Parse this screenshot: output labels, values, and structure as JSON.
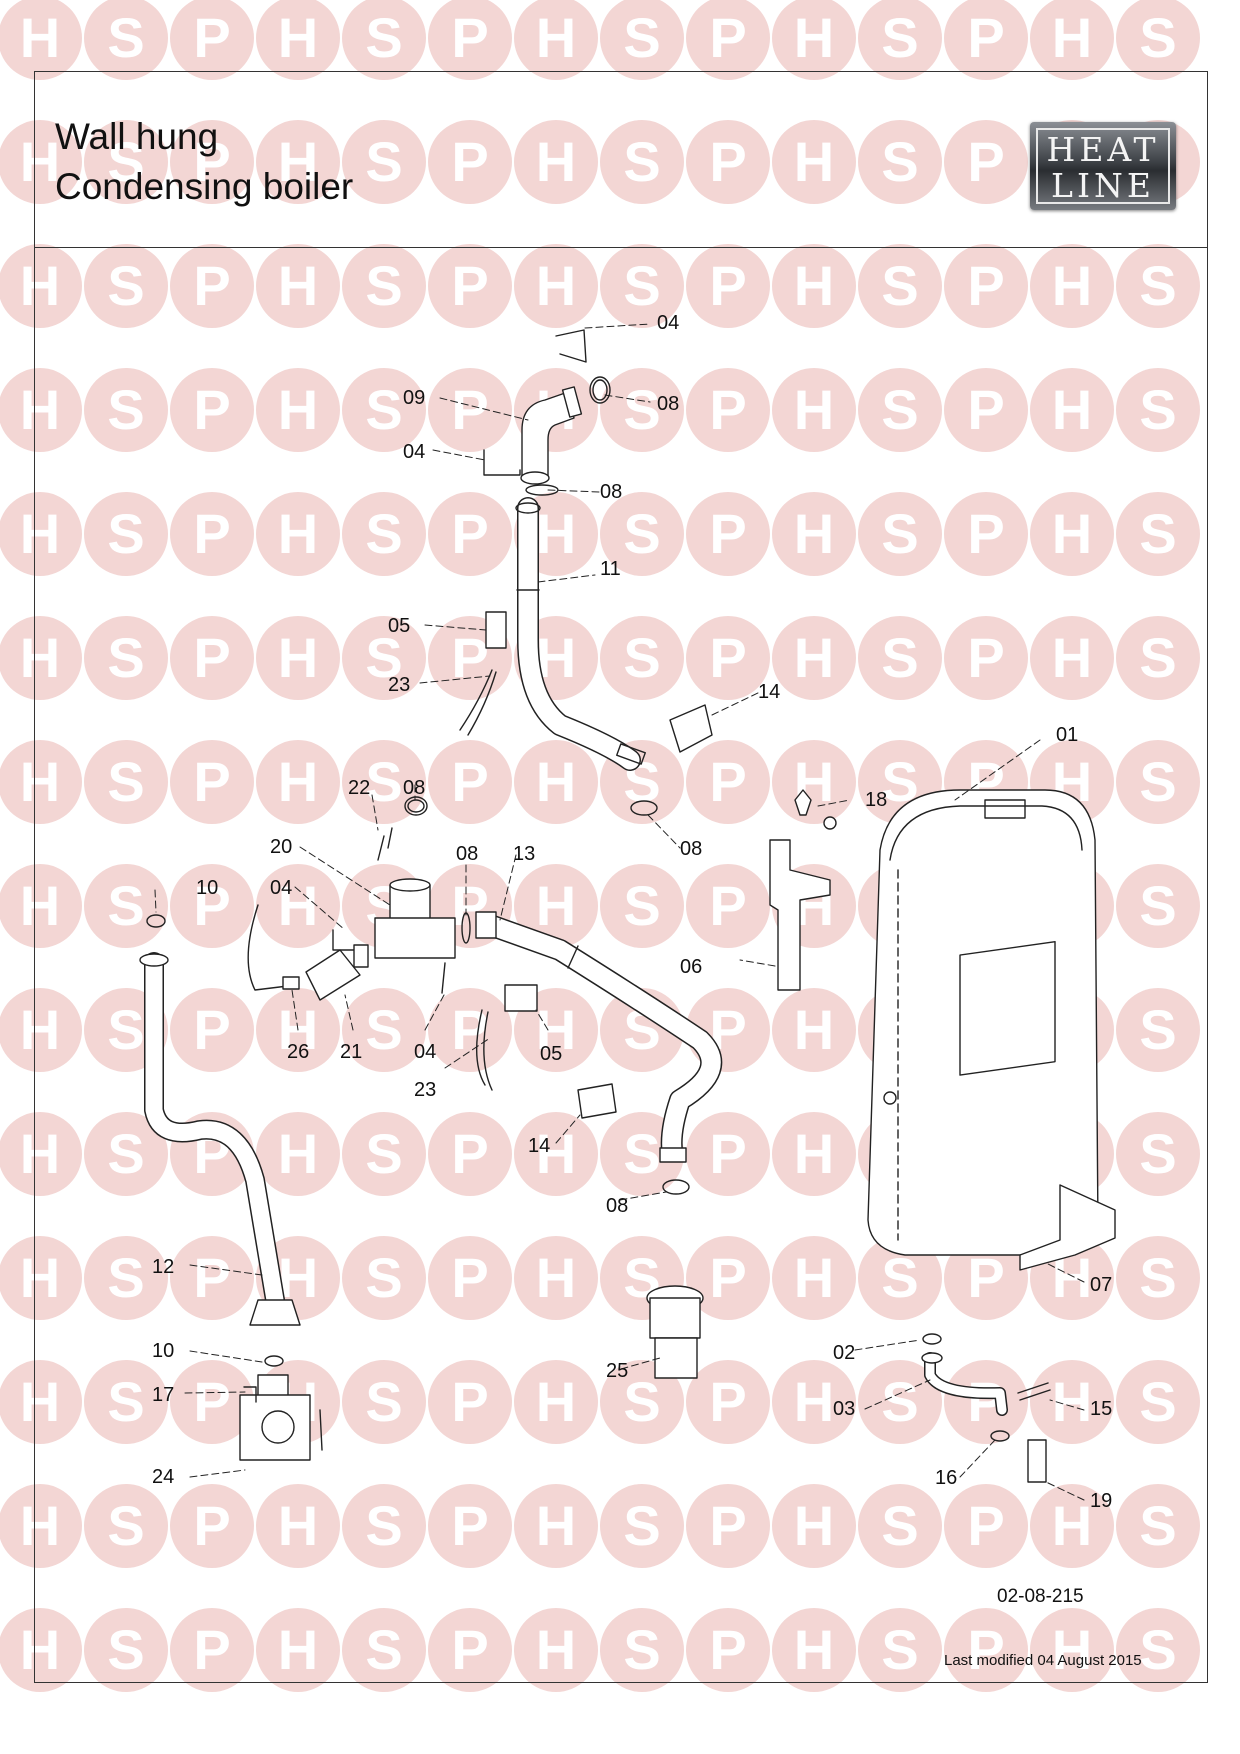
{
  "title": {
    "line1": "Wall hung",
    "line2": "Condensing boiler"
  },
  "logo": {
    "line1": "HEAT",
    "line2": "LINE"
  },
  "watermark": {
    "letters": [
      "H",
      "S",
      "P"
    ],
    "color": "#f3d6d4"
  },
  "drawing_code": "02-08-215",
  "last_modified": "Last modified 04 August 2015",
  "parts": [
    {
      "id": "p04a",
      "label": "04"
    },
    {
      "id": "p08a",
      "label": "08"
    },
    {
      "id": "p09",
      "label": "09"
    },
    {
      "id": "p04b",
      "label": "04"
    },
    {
      "id": "p08b",
      "label": "08"
    },
    {
      "id": "p11",
      "label": "11"
    },
    {
      "id": "p05a",
      "label": "05"
    },
    {
      "id": "p23a",
      "label": "23"
    },
    {
      "id": "p14a",
      "label": "14"
    },
    {
      "id": "p01",
      "label": "01"
    },
    {
      "id": "p22",
      "label": "22"
    },
    {
      "id": "p08c",
      "label": "08"
    },
    {
      "id": "p18",
      "label": "18"
    },
    {
      "id": "p08d",
      "label": "08"
    },
    {
      "id": "p20",
      "label": "20"
    },
    {
      "id": "p08e",
      "label": "08"
    },
    {
      "id": "p13",
      "label": "13"
    },
    {
      "id": "p10a",
      "label": "10"
    },
    {
      "id": "p04c",
      "label": "04"
    },
    {
      "id": "p06",
      "label": "06"
    },
    {
      "id": "p26",
      "label": "26"
    },
    {
      "id": "p21",
      "label": "21"
    },
    {
      "id": "p04d",
      "label": "04"
    },
    {
      "id": "p05b",
      "label": "05"
    },
    {
      "id": "p23b",
      "label": "23"
    },
    {
      "id": "p14b",
      "label": "14"
    },
    {
      "id": "p08f",
      "label": "08"
    },
    {
      "id": "p12",
      "label": "12"
    },
    {
      "id": "p07",
      "label": "07"
    },
    {
      "id": "p10b",
      "label": "10"
    },
    {
      "id": "p25",
      "label": "25"
    },
    {
      "id": "p02",
      "label": "02"
    },
    {
      "id": "p17",
      "label": "17"
    },
    {
      "id": "p03",
      "label": "03"
    },
    {
      "id": "p15",
      "label": "15"
    },
    {
      "id": "p24",
      "label": "24"
    },
    {
      "id": "p16",
      "label": "16"
    },
    {
      "id": "p19",
      "label": "19"
    }
  ]
}
